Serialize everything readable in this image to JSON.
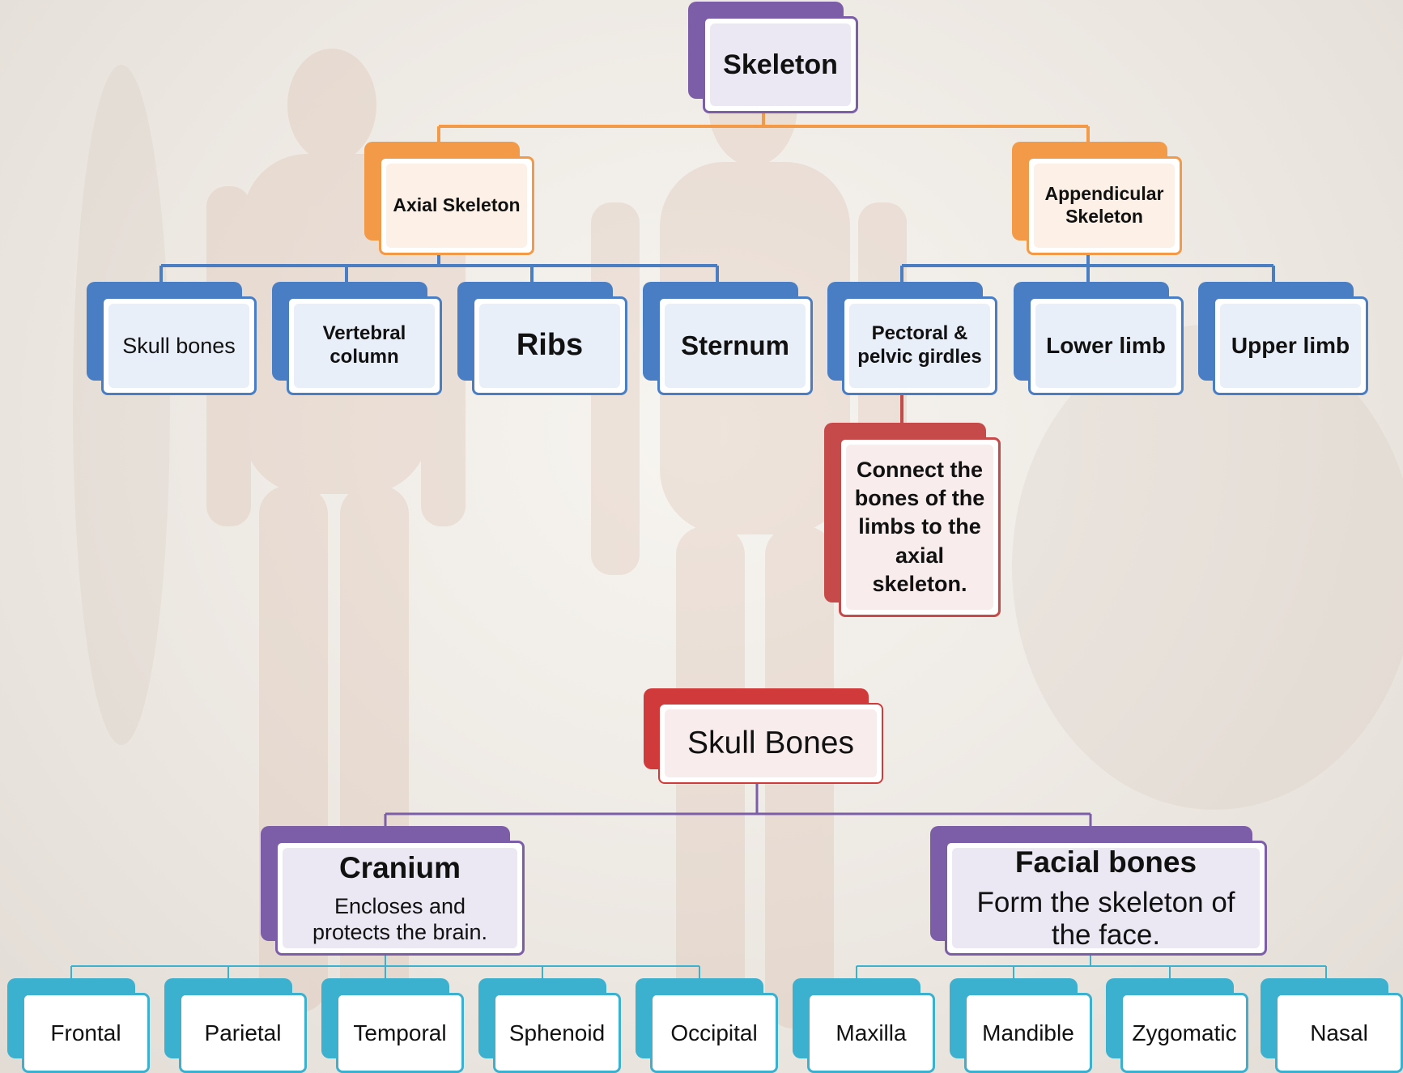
{
  "colors": {
    "purple": "#7c5ea8",
    "orange": "#f39a48",
    "blue": "#4a7ec4",
    "red": "#c64a4a",
    "teal": "#3bb0cf"
  },
  "top_tree": {
    "root": "Skeleton",
    "axial": {
      "label": "Axial Skeleton",
      "children": [
        "Skull bones",
        "Vertebral column",
        "Ribs",
        "Sternum"
      ]
    },
    "appendicular": {
      "label": "Appendicular Skeleton",
      "children": [
        "Pectoral  & pelvic girdles",
        "Lower limb",
        "Upper limb"
      ]
    },
    "note": "Connect the bones of the limbs to the axial skeleton."
  },
  "skull_tree": {
    "root": "Skull Bones",
    "cranium": {
      "title": "Cranium",
      "description": "Encloses and protects the brain.",
      "children": [
        "Frontal",
        "Parietal",
        "Temporal",
        "Sphenoid",
        "Occipital"
      ]
    },
    "facial": {
      "title": "Facial bones",
      "description": "Form the skeleton of the face.",
      "children": [
        "Maxilla",
        "Mandible",
        "Zygomatic",
        "Nasal"
      ]
    }
  }
}
